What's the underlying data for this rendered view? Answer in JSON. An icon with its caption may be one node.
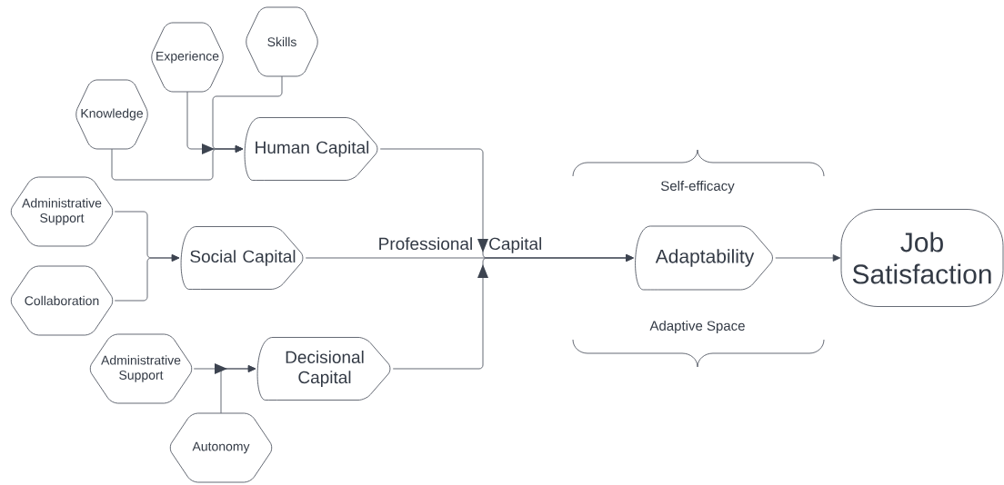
{
  "diagram": {
    "nodes": [
      {
        "text": [
          "Experience"
        ]
      },
      {
        "text": [
          "Skills"
        ]
      },
      {
        "text": [
          "Knowledge"
        ]
      },
      {
        "text": [
          "Human Capital"
        ]
      },
      {
        "text": [
          "Administrative Support"
        ]
      },
      {
        "text": [
          "Social Capital"
        ]
      },
      {
        "text": [
          "Collaboration"
        ]
      },
      {
        "text": [
          "Administrative Support"
        ]
      },
      {
        "text": [
          "Decisional Capital"
        ]
      },
      {
        "text": [
          "Autonomy"
        ]
      },
      {
        "text": [
          "Adaptability"
        ]
      },
      {
        "text": [
          "Job Satisfaction"
        ]
      }
    ],
    "edges": [
      {
        "from": 2,
        "to": 3,
        "arrow": "to"
      },
      {
        "from": 0,
        "to": 3,
        "arrow": "to"
      },
      {
        "from": 1,
        "to": 3,
        "arrow": "to"
      },
      {
        "from": 4,
        "to": 5,
        "arrow": "to"
      },
      {
        "from": 6,
        "to": 5,
        "arrow": "to"
      },
      {
        "from": 7,
        "to": 8,
        "arrow": "to"
      },
      {
        "from": 9,
        "to": 8,
        "arrow": "to"
      },
      {
        "from": 3,
        "to": 10,
        "arrow": "to"
      },
      {
        "from": 5,
        "to": 10,
        "arrow": "to",
        "label": "Professional Capital"
      },
      {
        "from": 8,
        "to": 10,
        "arrow": "to"
      },
      {
        "from": 10,
        "to": 11,
        "arrow": "to"
      }
    ],
    "labels": [
      "Self-efficacy",
      "Adaptive Space"
    ]
  }
}
